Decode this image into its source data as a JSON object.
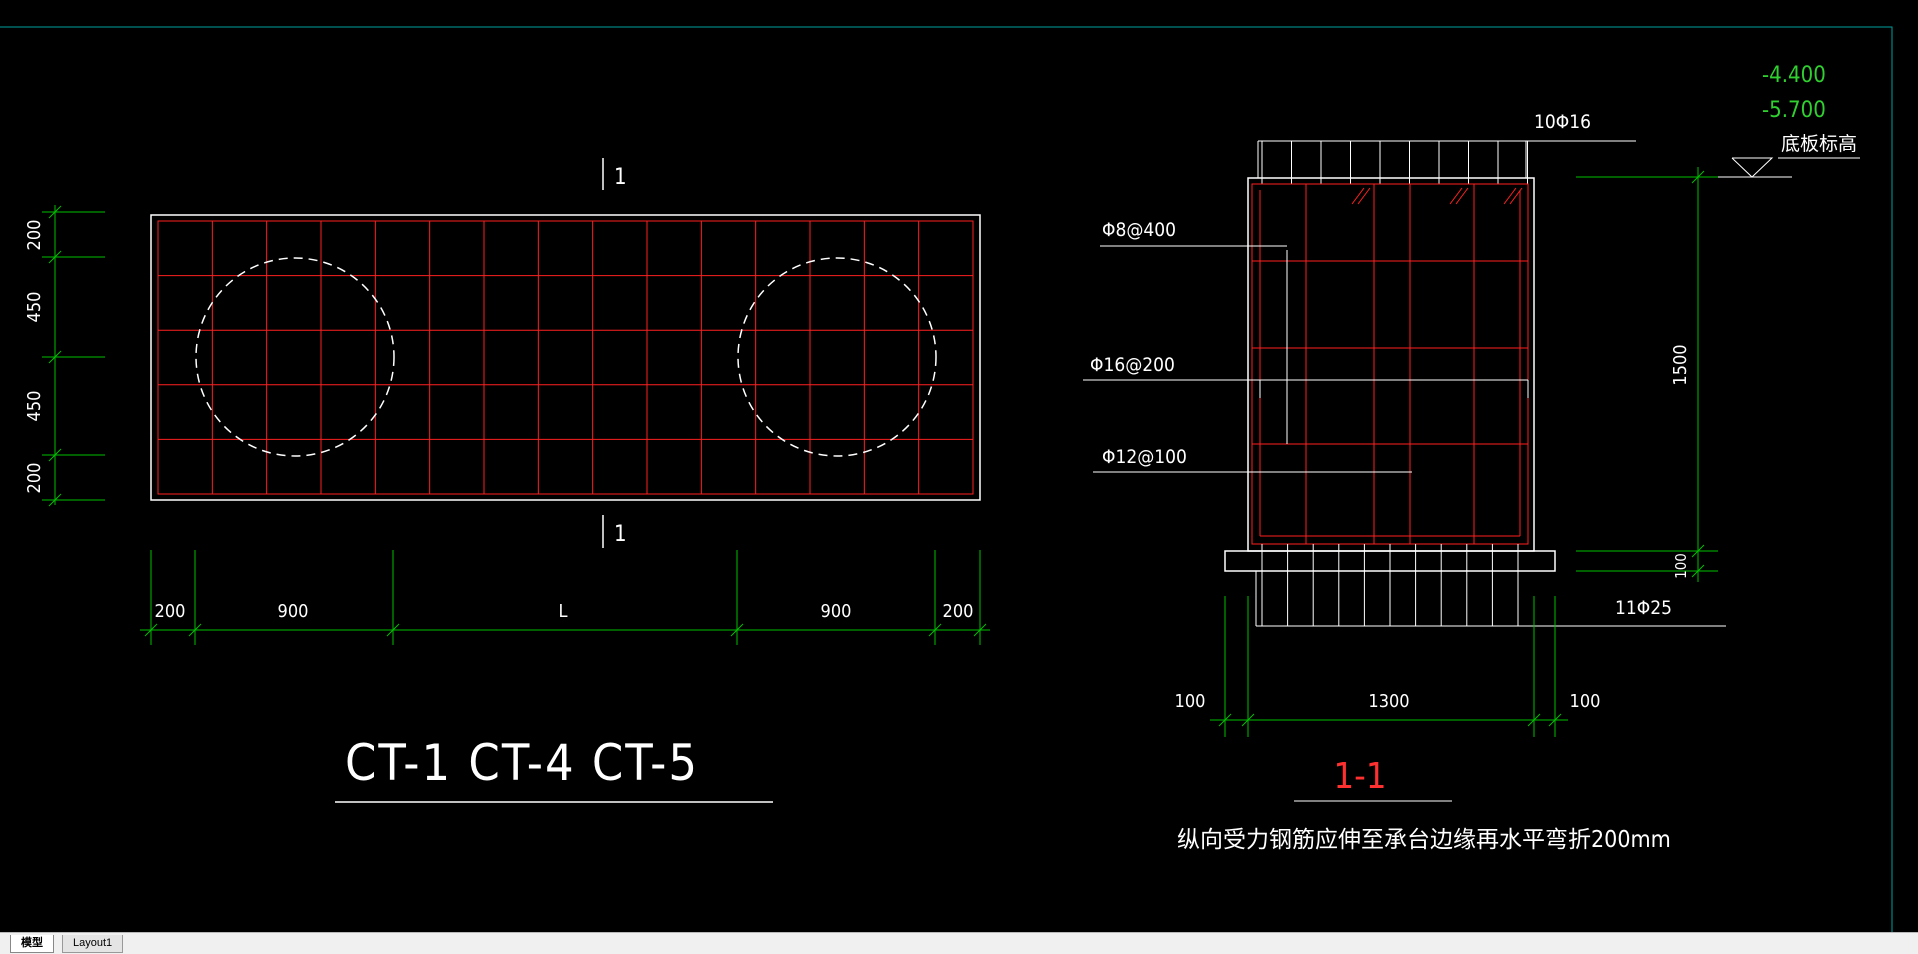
{
  "colors": {
    "background": "#000000",
    "rebar": "#ff2020",
    "dimension": "#00c000",
    "text": "#ffffff",
    "elevation": "#30d030",
    "section_title": "#ff3030",
    "frame": "#00a0a0"
  },
  "plan": {
    "section_mark_top": "1",
    "section_mark_bottom": "1",
    "dims_vertical": [
      "200",
      "450",
      "450",
      "200"
    ],
    "dims_horizontal": [
      "200",
      "900",
      "L",
      "900",
      "200"
    ],
    "title": "CT-1 CT-4 CT-5"
  },
  "section": {
    "top_bars": "10Φ16",
    "elevation_1": "-4.400",
    "elevation_2": "-5.700",
    "elevation_label": "底板标高",
    "stirrup_label": "Φ8@400",
    "side_bar_label": "Φ16@200",
    "tie_label": "Φ12@100",
    "height_dim": "1500",
    "bottom_dim": "100",
    "bottom_bars": "11Φ25",
    "width_dims": [
      "100",
      "1300",
      "100"
    ],
    "title": "1-1",
    "note": "纵向受力钢筋应伸至承台边缘再水平弯折200mm"
  },
  "tabs": {
    "model": "模型",
    "layout": "Layout1"
  }
}
